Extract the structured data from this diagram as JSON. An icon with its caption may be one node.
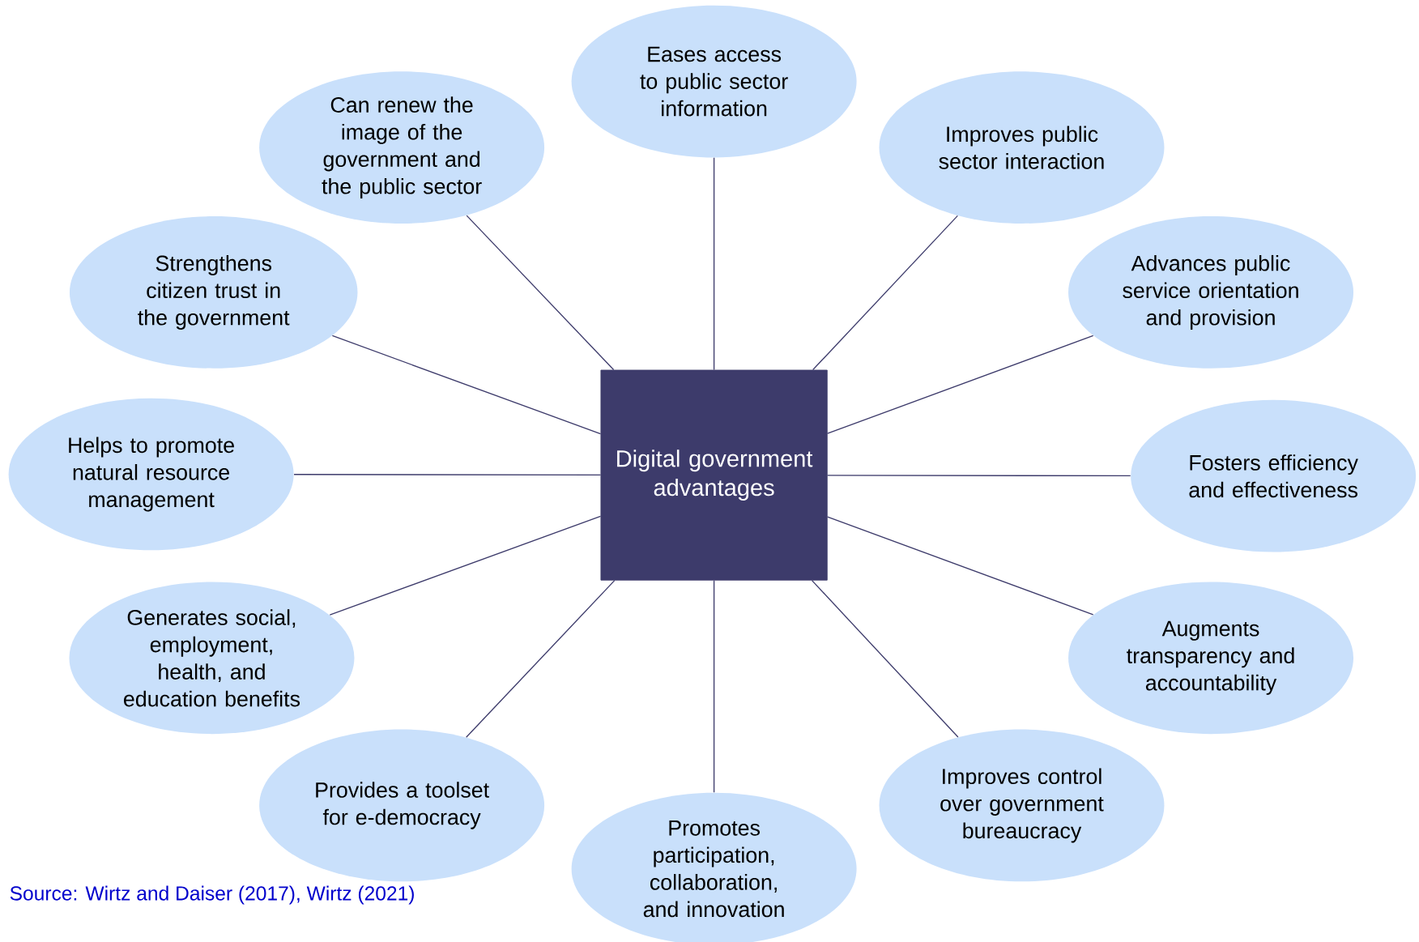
{
  "diagram": {
    "nodes": [
      {
        "text": [
          "Digital government advantages"
        ]
      },
      {
        "text": [
          "Eases access to public sector information"
        ]
      },
      {
        "text": [
          "Improves public sector interaction"
        ]
      },
      {
        "text": [
          "Advances public service orientation and provision"
        ]
      },
      {
        "text": [
          "Fosters efficiency and effectiveness"
        ]
      },
      {
        "text": [
          "Augments transparency and accountability"
        ]
      },
      {
        "text": [
          "Improves control over government bureaucracy"
        ]
      },
      {
        "text": [
          "Promotes participation, collaboration, and innovation"
        ]
      },
      {
        "text": [
          "Provides a toolset for e-democracy"
        ]
      },
      {
        "text": [
          "Generates social, employment, health, and education benefits"
        ]
      },
      {
        "text": [
          "Helps to promote natural resource management"
        ]
      },
      {
        "text": [
          "Strengthens citizen trust in the government"
        ]
      },
      {
        "text": [
          "Can renew the image of the government and the public sector"
        ]
      }
    ],
    "edges": [
      {
        "from": 0,
        "to": 1,
        "arrow": "none"
      },
      {
        "from": 0,
        "to": 2,
        "arrow": "none"
      },
      {
        "from": 0,
        "to": 3,
        "arrow": "none"
      },
      {
        "from": 0,
        "to": 4,
        "arrow": "none"
      },
      {
        "from": 0,
        "to": 5,
        "arrow": "none"
      },
      {
        "from": 0,
        "to": 6,
        "arrow": "none"
      },
      {
        "from": 0,
        "to": 7,
        "arrow": "none"
      },
      {
        "from": 0,
        "to": 8,
        "arrow": "none"
      },
      {
        "from": 0,
        "to": 9,
        "arrow": "none"
      },
      {
        "from": 0,
        "to": 10,
        "arrow": "none"
      },
      {
        "from": 0,
        "to": 11,
        "arrow": "none"
      },
      {
        "from": 0,
        "to": 12,
        "arrow": "none"
      }
    ],
    "labels": [
      "Source: Wirtz and Daiser (2017), Wirtz (2021)"
    ]
  }
}
